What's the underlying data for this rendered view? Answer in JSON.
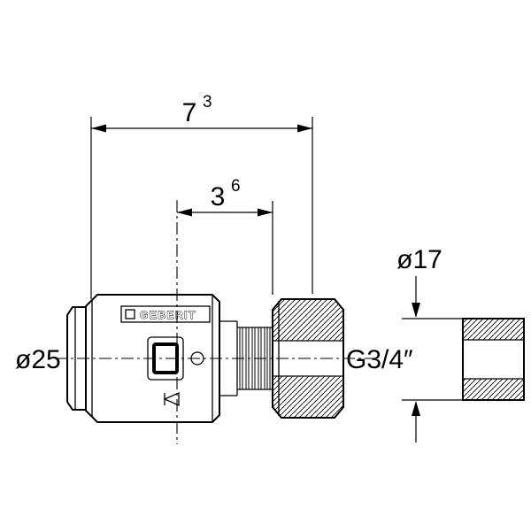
{
  "labels": {
    "overall_dim": {
      "main": "7",
      "sup": "3"
    },
    "partial_dim": {
      "main": "3",
      "sup": "6"
    },
    "left_diameter": "ø25",
    "thread": "G3/4″",
    "pipe_diameter": "ø17",
    "brand": "GEBERIT"
  },
  "colors": {
    "line": "#000000",
    "background": "#ffffff"
  }
}
